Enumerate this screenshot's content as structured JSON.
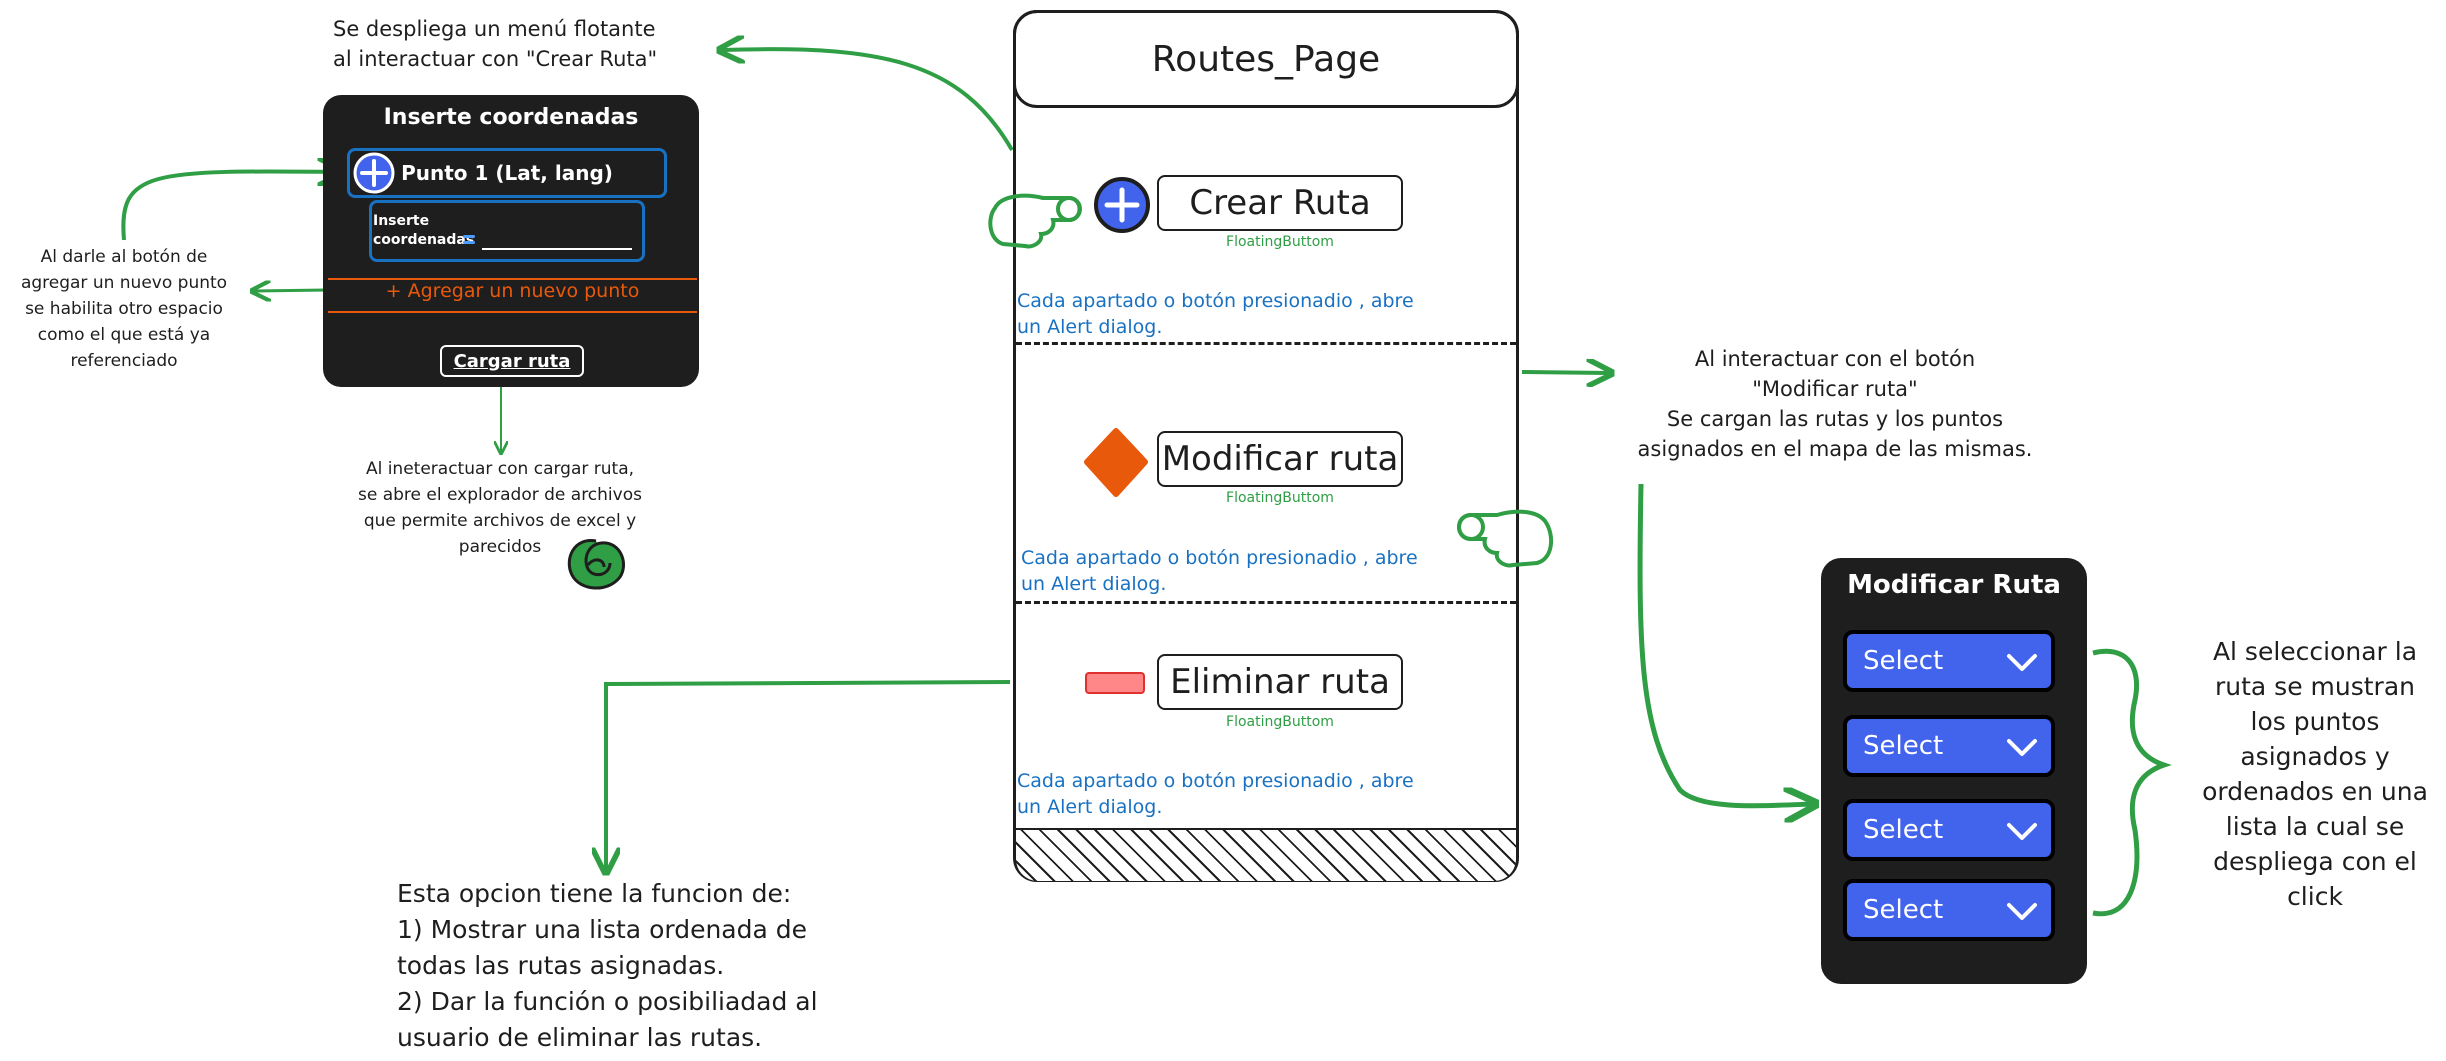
{
  "phone": {
    "title": "Routes_Page",
    "buttons": [
      {
        "label": "Crear Ruta",
        "tag": "FloatingButtom",
        "note": "Cada apartado o botón presionadio , abre\nun Alert dialog."
      },
      {
        "label": "Modificar ruta",
        "tag": "FloatingButtom",
        "note": "Cada apartado o botón presionadio , abre\nun Alert dialog."
      },
      {
        "label": "Eliminar ruta",
        "tag": "FloatingButtom",
        "note": "Cada apartado o botón presionadio , abre\nun Alert dialog."
      }
    ]
  },
  "coords_panel": {
    "title": "Inserte coordenadas",
    "point_label": "Punto 1 (Lat, lang)",
    "field_label": "Inserte\ncoordenadas",
    "add_point": "+ Agregar un nuevo punto",
    "load_route": "Cargar ruta"
  },
  "modify_panel": {
    "title": "Modificar Ruta",
    "selects": [
      "Select",
      "Select",
      "Select",
      "Select"
    ]
  },
  "notes": {
    "floating_menu": "Se despliega un menú flotante\nal interactuar con \"Crear Ruta\"",
    "add_point": "Al darle al botón de\nagregar un nuevo punto\nse habilita otro espacio\ncomo el que está ya\nreferenciado",
    "load_route": "Al ineteractuar con cargar ruta,\nse abre el explorador de archivos\nque permite archivos de excel y\nparecidos",
    "modify_route": "Al interactuar con el botón\n\"Modificar ruta\"\nSe cargan las rutas y los puntos\nasignados en el mapa de las mismas.",
    "select_points": "Al seleccionar la\nruta se mustran\nlos puntos\nasignados y\nordenados en una\nlista la cual se\ndespliega con el\nclick",
    "delete_function": "Esta opcion tiene la funcion de:\n1) Mostrar una lista ordenada de\ntodas las rutas asignadas.\n2) Dar la función o posibiliadad al\nusuario de eliminar las rutas."
  },
  "colors": {
    "arrow_green": "#2f9e44",
    "accent_blue": "#4263eb",
    "note_blue": "#1971c2",
    "orange": "#e8590c",
    "panel_dark": "#1e1e1e",
    "delete_red": "#ff8787"
  },
  "icons": [
    "plus-circle-icon",
    "orange-diamond-icon",
    "red-rect-icon",
    "pointing-hand-icon",
    "chevron-down-icon",
    "excel-file-icon"
  ]
}
